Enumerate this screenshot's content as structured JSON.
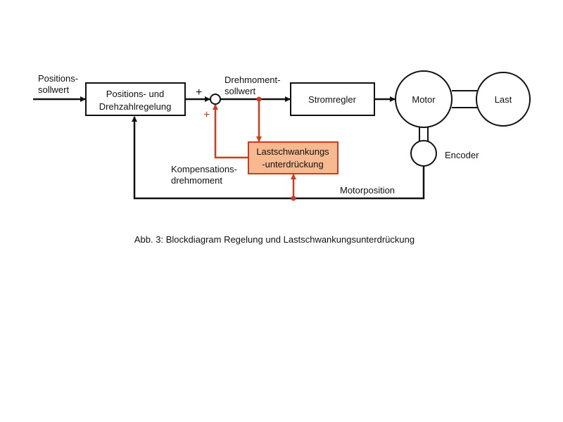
{
  "labels": {
    "input_line1": "Positions-",
    "input_line2": "sollwert",
    "block_position_line1": "Positions- und",
    "block_position_line2": "Drehzahlregelung",
    "sum_plus_top": "+",
    "sum_plus_bottom": "+",
    "torque_setpoint_line1": "Drehmoment-",
    "torque_setpoint_line2": "sollwert",
    "block_current": "Stromregler",
    "motor": "Motor",
    "load": "Last",
    "encoder": "Encoder",
    "block_suppression_line1": "Lastschwankungs",
    "block_suppression_line2": "-unterdrückung",
    "compensation_line1": "Kompensations-",
    "compensation_line2": "drehmoment",
    "motor_position": "Motorposition"
  },
  "caption": "Abb. 3: Blockdiagram Regelung und Lastschwankungsunterdrückung",
  "colors": {
    "accent": "#d03a20",
    "accent_fill": "#f7b98f"
  }
}
